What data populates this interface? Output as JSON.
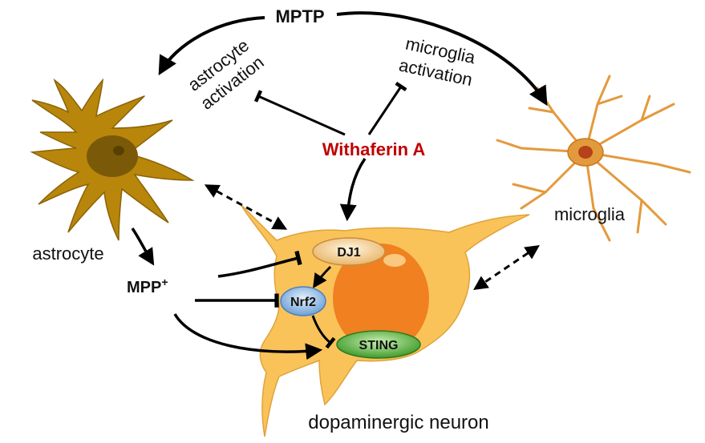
{
  "labels": {
    "mptp": "MPTP",
    "astrocyte_activation_line1": "astrocyte",
    "astrocyte_activation_line2": "activation",
    "microglia_activation_line1": "microglia",
    "microglia_activation_line2": "activation",
    "withaferin": "Withaferin A",
    "astrocyte": "astrocyte",
    "microglia": "microglia",
    "mpp_base": "MPP",
    "mpp_sup": "+",
    "neuron": "dopaminergic neuron",
    "dj1": "DJ1",
    "nrf2": "Nrf2",
    "sting": "STING"
  },
  "colors": {
    "withaferin_text": "#c00000",
    "astrocyte_body": "#b8860b",
    "astrocyte_nucleus": "#7a5a08",
    "microglia_body": "#e39a3c",
    "neuron_body": "#f9c35a",
    "neuron_nucleus": "#f08020",
    "dj1_fill": "#f6d49a",
    "nrf2_fill": "#9cc3ea",
    "sting_fill": "#6cc24a",
    "arrow": "#000000"
  }
}
